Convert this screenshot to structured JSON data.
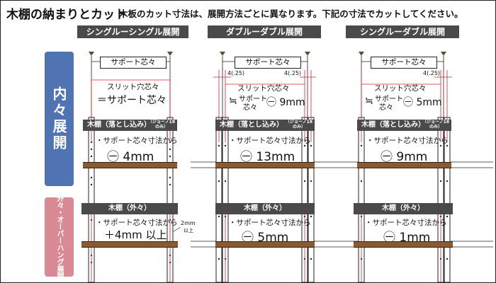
{
  "header": {
    "title": "木棚の納まりとカット",
    "subtitle": "木板のカット寸法は、展開方法ごとに異なります。下記の寸法でカットしてください。"
  },
  "columns": [
    {
      "label": "シングルーシングル展開"
    },
    {
      "label": "ダブルーダブル展開"
    },
    {
      "label": "シングルーダブル展開"
    }
  ],
  "rows": {
    "inner": {
      "label": "内々展開"
    },
    "outer": {
      "label": "外々・オーバーハング展開"
    }
  },
  "diagrams": {
    "support_label": "サポート芯々",
    "slit_label": "スリット穴芯々",
    "col1": {
      "slit_formula": "＝サポート芯々",
      "inner_header": "木棚（落とし込み）",
      "inner_note_line1": "（ジョーノ18",
      "inner_note_line2": "のみ）",
      "inner_cut_text": "・サポート芯々寸法から",
      "inner_cut_value": "㊀ 4mm",
      "outer_header": "木棚（外々）",
      "outer_cut_text": "・サポート芯々寸法から",
      "outer_cut_value": "＋4mm 以上",
      "clearance_value": "2mm",
      "clearance_suffix": "以上"
    },
    "col2": {
      "offset_left": "4(.25)",
      "offset_right": "4(.25)",
      "slit_formula_a": "≒",
      "slit_formula_b": "サポート",
      "slit_formula_c": "芯々",
      "slit_formula_d": "㊀ 9mm",
      "inner_header": "木棚（落とし込み）",
      "inner_note_line1": "（ジョーノ18",
      "inner_note_line2": "のみ）",
      "inner_cut_text": "・サポート芯々寸法から",
      "inner_cut_value": "㊀ 13mm",
      "outer_header": "木棚（外々）",
      "outer_cut_text": "・サポート芯々寸法から",
      "outer_cut_value": "㊀ 5mm"
    },
    "col3": {
      "offset_right": "4(.25)",
      "slit_formula_a": "≒",
      "slit_formula_b": "サポート",
      "slit_formula_c": "芯々",
      "slit_formula_d": "㊀ 5mm",
      "inner_header": "木棚（落とし込み）",
      "inner_note_line1": "（ジョーノ18",
      "inner_note_line2": "のみ）",
      "inner_cut_text": "・サポート芯々寸法から",
      "inner_cut_value": "㊀ 9mm",
      "outer_header": "木棚（外々）",
      "outer_cut_text": "・サポート芯々寸法から",
      "outer_cut_value": "㊀ 1mm"
    }
  },
  "colors": {
    "dimension_red": "#d8202a",
    "inner_blue": "#4f73b3",
    "outer_pink": "#d98a94",
    "header_gray": "#4a4a4a",
    "shelf_brown": "#8a5a32"
  }
}
